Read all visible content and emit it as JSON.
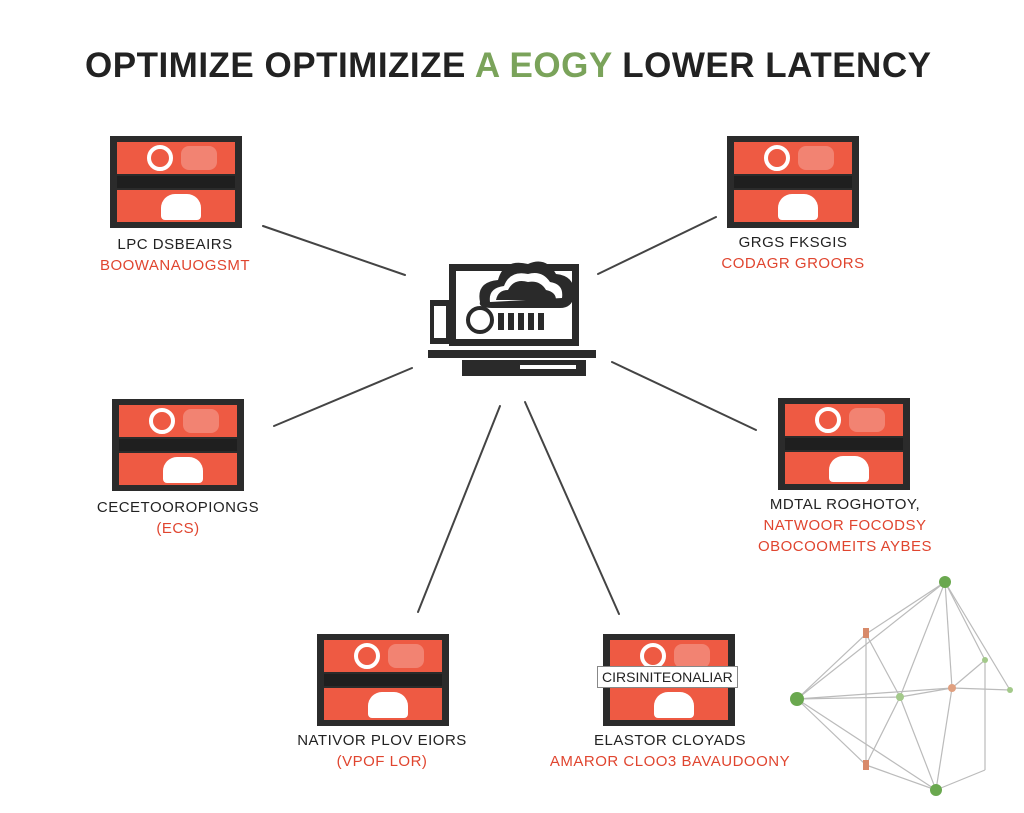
{
  "title": {
    "part1": "OPTIMIZE OPTIMIZIZE",
    "accent": "A EOGY",
    "part2": "LOWER LATENCY"
  },
  "colors": {
    "tile_red": "#ee5a43",
    "tile_dark": "#2b2b2b",
    "label_red": "#e0452f",
    "accent_green": "#7aa35a"
  },
  "nodes": [
    {
      "line1": "LPC DSBEAIRS",
      "line2": "BOOWANAUOGSMT"
    },
    {
      "line1": "GRGS FKSGIS",
      "line2": "CODAGR GROORS"
    },
    {
      "line1": "CECETOOROPIONGS",
      "line2": "(ECS)"
    },
    {
      "line1": "MDTAL ROGHOTOY,",
      "line2": "NATWOOR FOCODSY",
      "line3": "OBOCOOMEITS AYBES"
    },
    {
      "line1": "NATIVOR PLOV EIORS",
      "line2": "(VPOF LOR)"
    },
    {
      "line1": "ELASTOR CLOYADS",
      "line2": "AMAROR CLOO3 BAVAUDOONY",
      "overlay": "CIRSINITEONALIAR"
    }
  ],
  "center_icon": "cloud-laptop-icon",
  "network_icon": "network-graph-icon"
}
